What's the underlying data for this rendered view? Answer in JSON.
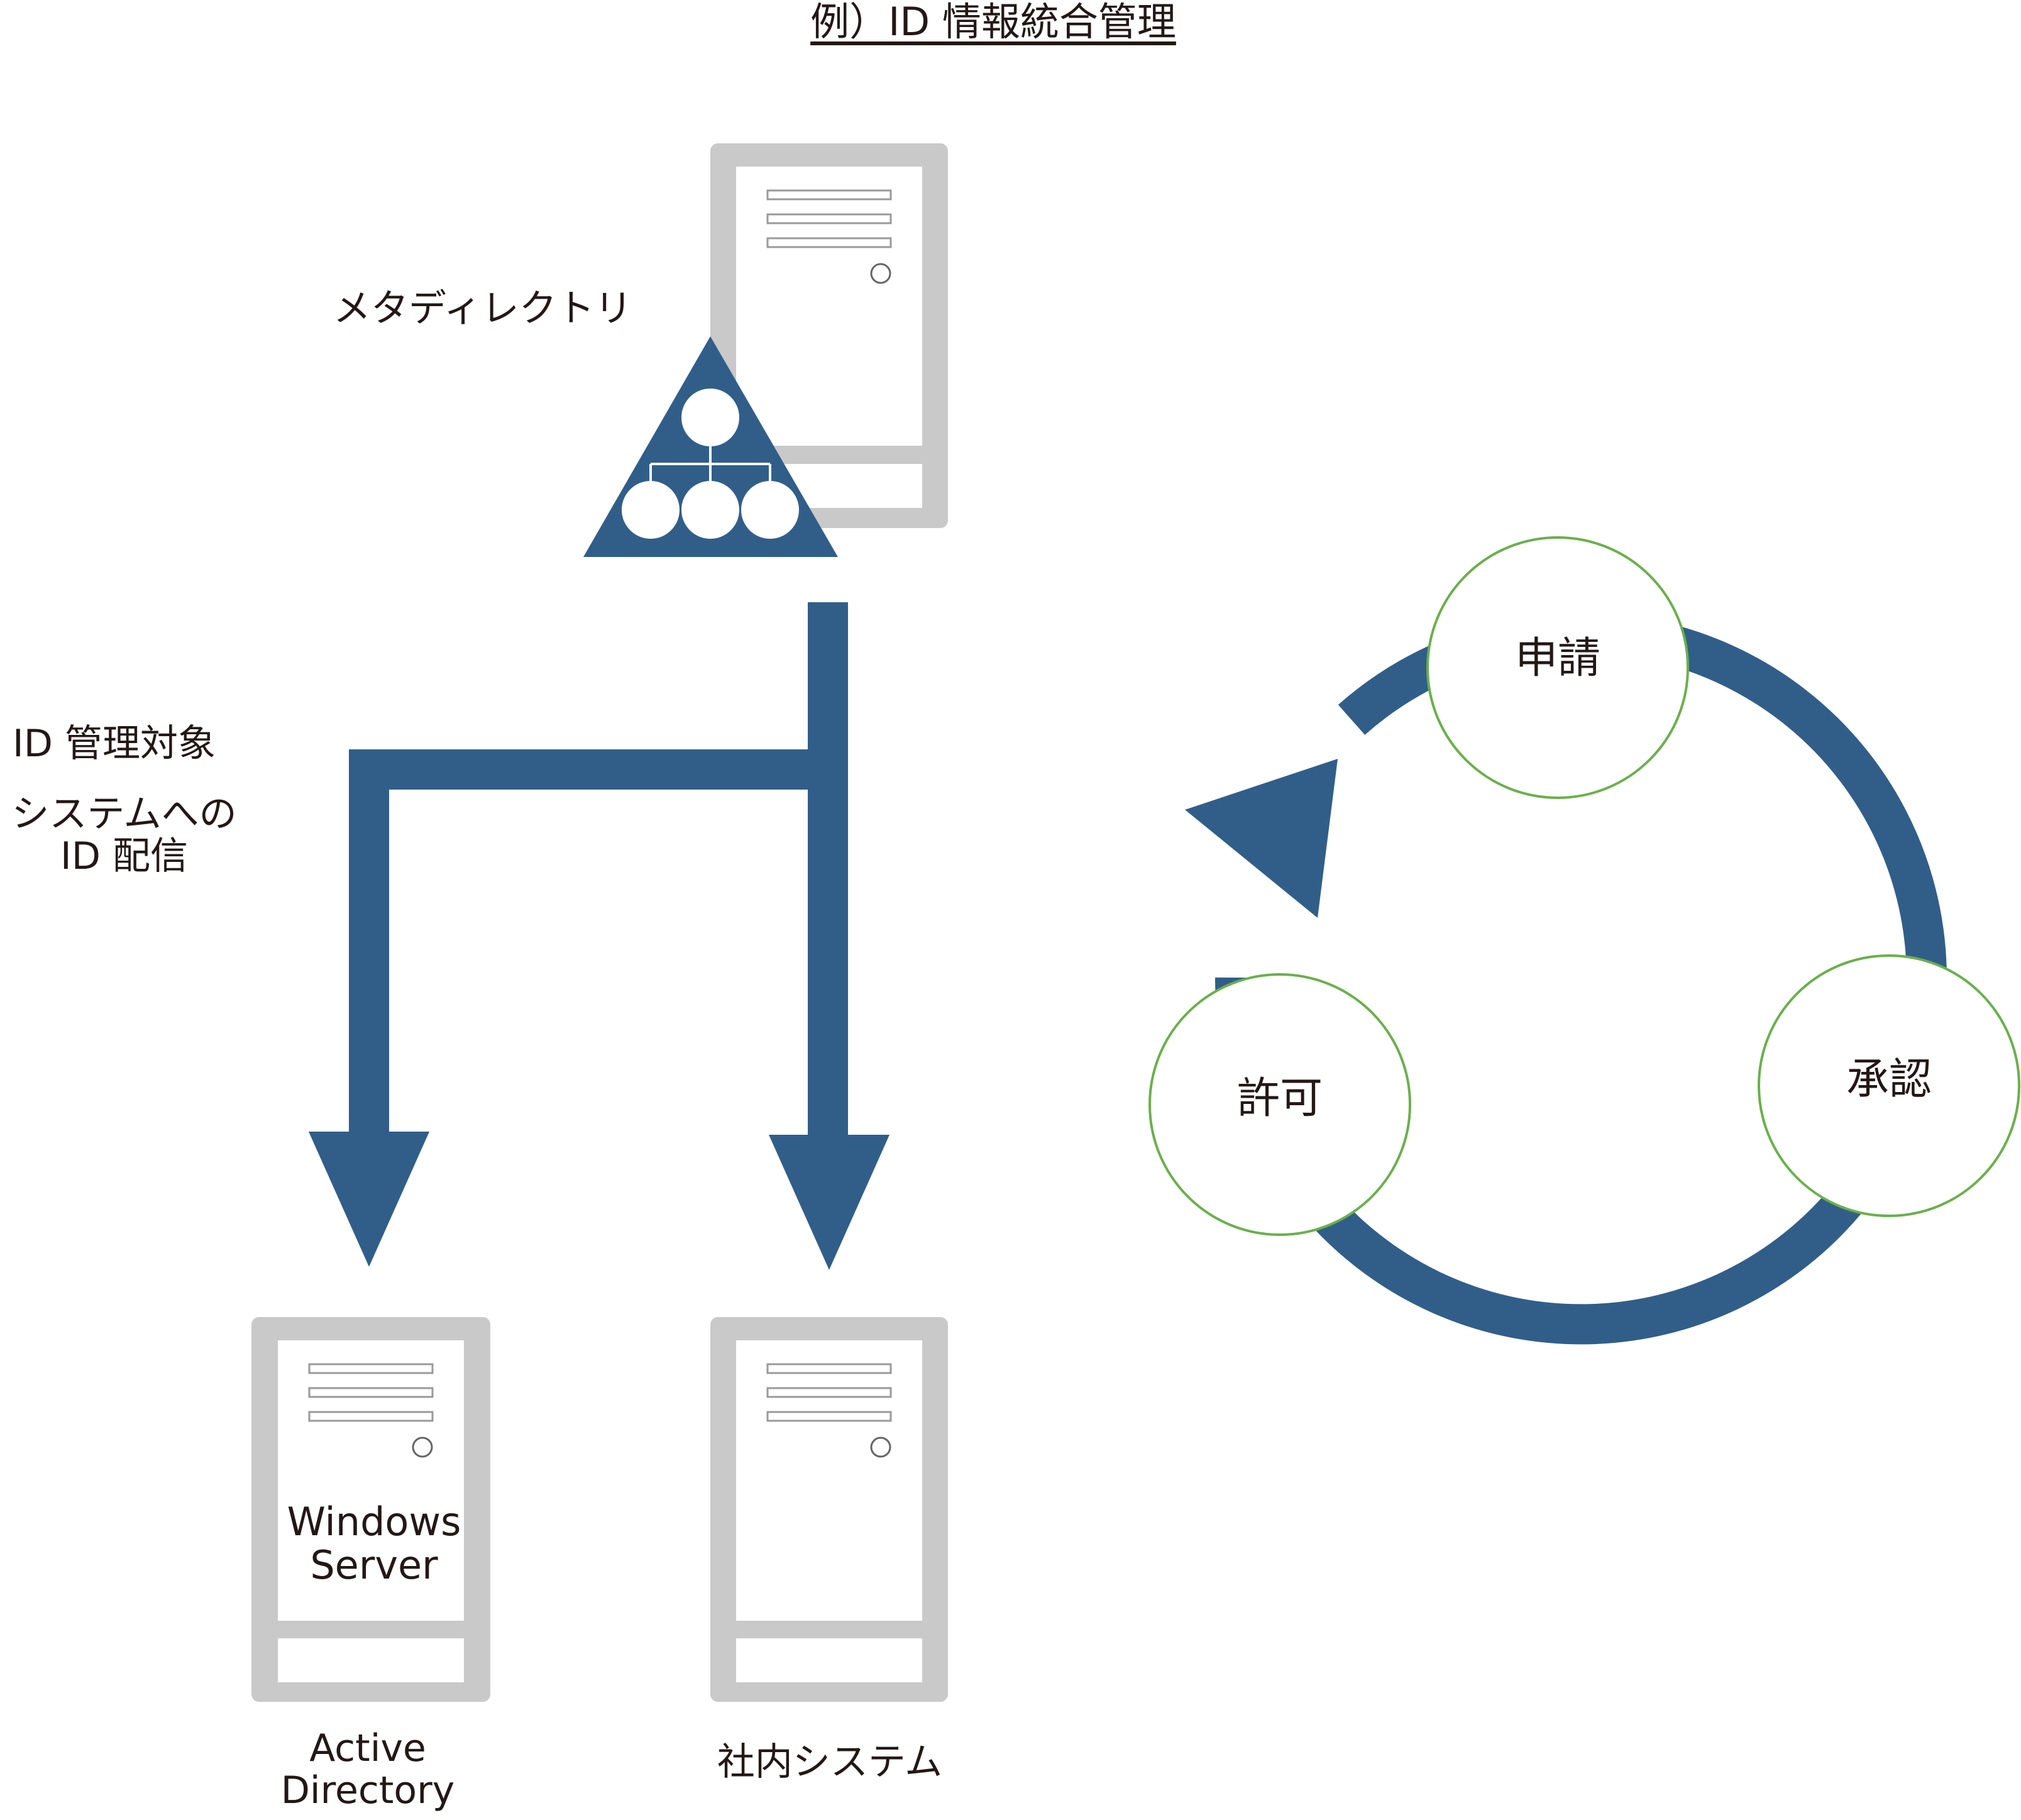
{
  "title": "例）ID 情報統合管理",
  "metadirectory_label": "メタディレクトリ",
  "id_target_label": "ID 管理対象",
  "distribution_label": [
    "システムへの",
    "ID 配信"
  ],
  "windows_server_label": [
    "Windows",
    "Server"
  ],
  "active_directory_label": [
    "Active",
    "Directory"
  ],
  "internal_system_label": "社内システム",
  "cycle": {
    "steps": [
      "申請",
      "承認",
      "許可"
    ]
  },
  "colors": {
    "accent_blue": "#315e89",
    "server_gray": "#c9c9c9",
    "circle_border": "#6ab04c",
    "text": "#231815"
  }
}
